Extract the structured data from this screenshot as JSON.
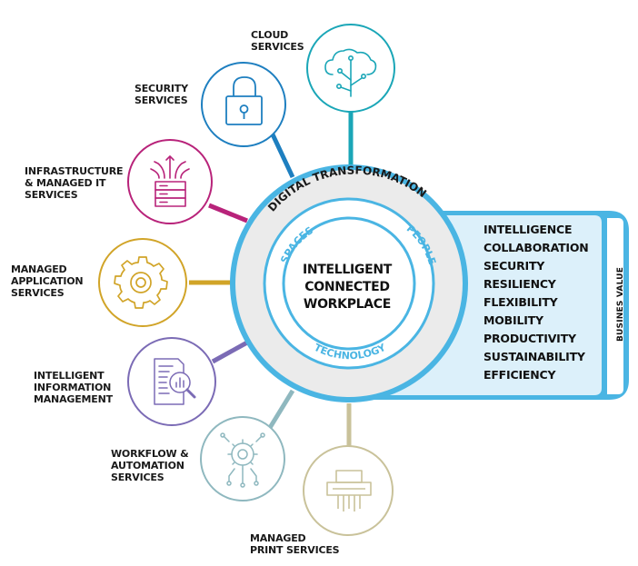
{
  "center": {
    "line1": "INTELLIGENT",
    "line2": "CONNECTED",
    "line3": "WORKPLACE"
  },
  "ring": {
    "outer": "DIGITAL TRANSFORMATION",
    "left": "SPACES",
    "right": "PEOPLE",
    "bottom": "TECHNOLOGY"
  },
  "business_value": {
    "label": "BUSINES VALUE",
    "items": [
      "INTELLIGENCE",
      "COLLABORATION",
      "SECURITY",
      "RESILIENCY",
      "FLEXIBILITY",
      "MOBILITY",
      "PRODUCTIVITY",
      "SUSTAINABILITY",
      "EFFICIENCY"
    ]
  },
  "services": {
    "cloud": {
      "line1": "CLOUD",
      "line2": "SERVICES",
      "color": "#1aa6b7",
      "icon": "cloud-tree-icon"
    },
    "security": {
      "line1": "SECURITY",
      "line2": "SERVICES",
      "color": "#1e7fc0",
      "icon": "padlock-icon"
    },
    "infrastructure": {
      "line1": "INFRASTRUCTURE",
      "line2": "& MANAGED IT",
      "line3": "SERVICES",
      "color": "#b8237a",
      "icon": "server-arrows-icon"
    },
    "application": {
      "line1": "MANAGED",
      "line2": "APPLICATION",
      "line3": "SERVICES",
      "color": "#d1a428",
      "icon": "gear-icon"
    },
    "information": {
      "line1": "INTELLIGENT",
      "line2": "INFORMATION",
      "line3": "MANAGEMENT",
      "color": "#7b6bb5",
      "icon": "document-magnifier-icon"
    },
    "workflow": {
      "line1": "WORKFLOW &",
      "line2": "AUTOMATION",
      "line3": "SERVICES",
      "color": "#8fb8bf",
      "icon": "circuit-gear-icon"
    },
    "print": {
      "line1": "MANAGED",
      "line2": "PRINT SERVICES",
      "color": "#c9c29a",
      "icon": "printer-icon"
    }
  },
  "colors": {
    "main_blue": "#4ab5e3",
    "panel_fill": "#dcf0fa",
    "ring_gray": "#ebebeb"
  }
}
